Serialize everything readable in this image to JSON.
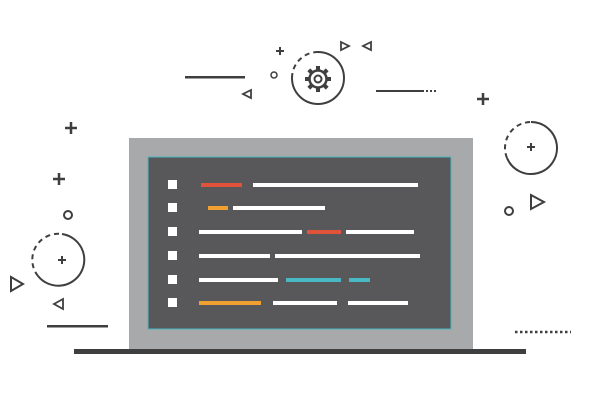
{
  "colors": {
    "stroke": "#3f3f3f",
    "bezel": "#a8a9ab",
    "screen": "#58585a",
    "screen_border": "#4ab8c4",
    "code_white": "#ffffff",
    "accent_red": "#e0533a",
    "accent_orange": "#f0a030",
    "accent_cyan": "#4ab8c4",
    "background": "#ffffff"
  },
  "icons": [
    "gear-icon",
    "plus-icon",
    "circle-icon",
    "triangle-icon",
    "dashed-circle-icon",
    "checkbox-icon"
  ],
  "code_lines": [
    {
      "segments": [
        {
          "color": "accent_red"
        },
        {
          "color": "code_white"
        }
      ]
    },
    {
      "segments": [
        {
          "color": "accent_orange"
        },
        {
          "color": "code_white"
        }
      ]
    },
    {
      "segments": [
        {
          "color": "code_white"
        },
        {
          "color": "accent_red"
        },
        {
          "color": "code_white"
        }
      ]
    },
    {
      "segments": [
        {
          "color": "code_white"
        },
        {
          "color": "code_white"
        }
      ]
    },
    {
      "segments": [
        {
          "color": "code_white"
        },
        {
          "color": "accent_cyan"
        },
        {
          "color": "accent_cyan"
        }
      ]
    },
    {
      "segments": [
        {
          "color": "accent_orange"
        },
        {
          "color": "code_white"
        },
        {
          "color": "code_white"
        }
      ]
    }
  ]
}
